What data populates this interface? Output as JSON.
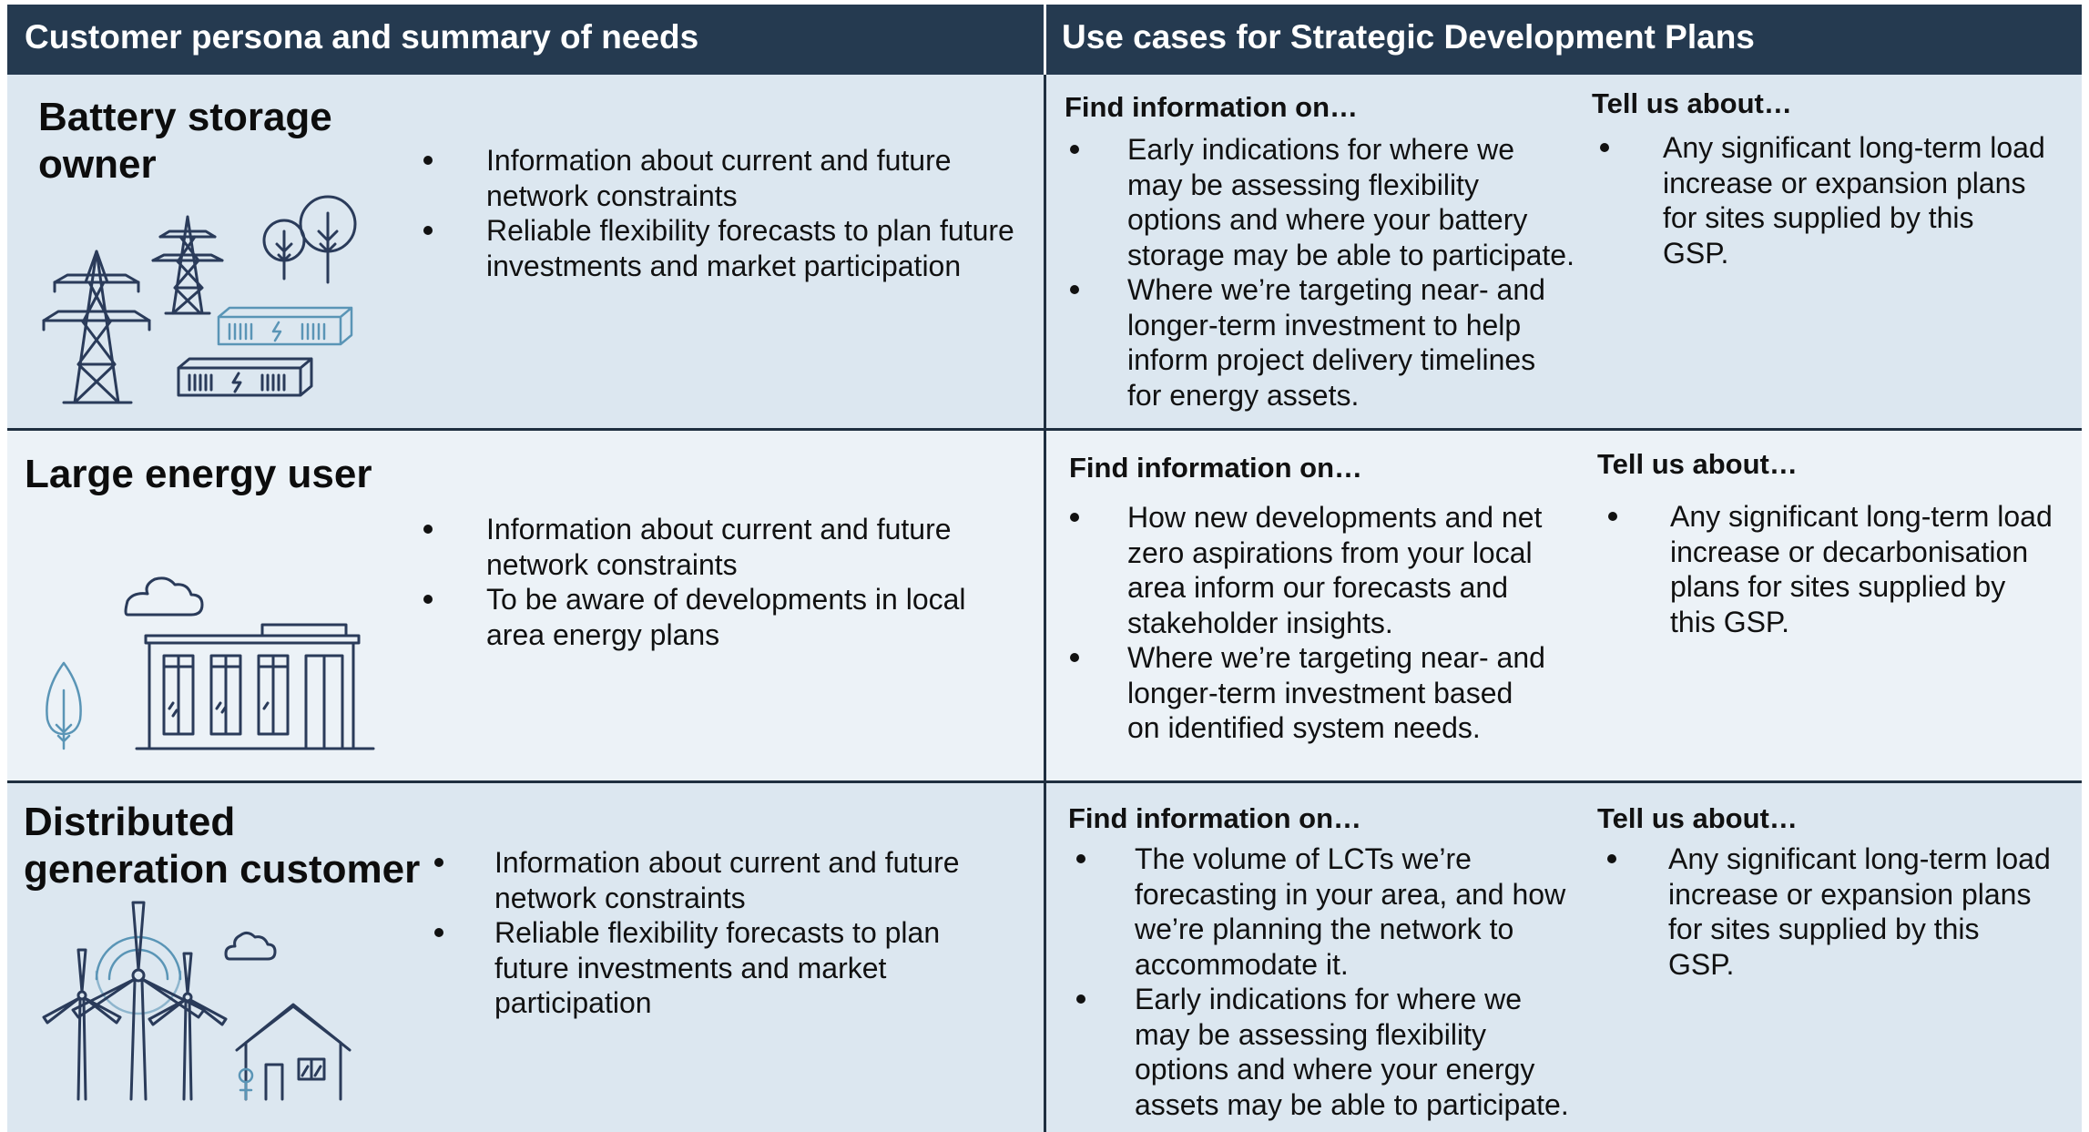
{
  "header": {
    "left": "Customer persona and summary of needs",
    "right": "Use cases for Strategic Development Plans"
  },
  "rows": [
    {
      "persona": [
        "Battery storage",
        "owner"
      ],
      "needs": [
        [
          "Information about current and future",
          "network constraints"
        ],
        [
          "Reliable flexibility forecasts to plan future",
          "investments and market participation"
        ]
      ],
      "find_title": "Find information on…",
      "find": [
        [
          "Early indications for where we",
          "may be assessing flexibility",
          "options and where your battery",
          "storage may be able to participate."
        ],
        [
          "Where we’re targeting near- and",
          "longer-term investment to help",
          "inform project delivery timelines",
          "for energy assets."
        ]
      ],
      "tell_title": "Tell us about…",
      "tell": [
        [
          "Any significant long-term load",
          "increase or expansion plans",
          "for sites supplied by this",
          "GSP."
        ]
      ]
    },
    {
      "persona": [
        "Large energy user"
      ],
      "needs": [
        [
          "Information about current and future",
          "network constraints"
        ],
        [
          "To be aware of developments in local",
          "area energy plans"
        ]
      ],
      "find_title": "Find information on…",
      "find": [
        [
          "How new developments and net",
          "zero aspirations from your local",
          "area inform our forecasts and",
          "stakeholder insights."
        ],
        [
          "Where we’re targeting near- and",
          "longer-term investment based",
          "on identified system needs."
        ]
      ],
      "tell_title": "Tell us about…",
      "tell": [
        [
          "Any significant long-term load",
          "increase or decarbonisation",
          "plans for sites supplied by",
          "this GSP."
        ]
      ]
    },
    {
      "persona": [
        "Distributed",
        "generation customer"
      ],
      "needs": [
        [
          "Information about current and future",
          "network constraints"
        ],
        [
          "Reliable flexibility forecasts to plan",
          "future investments and market",
          "participation"
        ]
      ],
      "find_title": "Find information on…",
      "find": [
        [
          "The volume of LCTs we’re",
          "forecasting in your area, and how",
          "we’re planning the network to",
          "accommodate it."
        ],
        [
          "Early indications for where we",
          "may be assessing flexibility",
          "options and where your energy",
          "assets may be able to participate."
        ]
      ],
      "tell_title": "Tell us about…",
      "tell": [
        [
          "Any significant long-term load",
          "increase or expansion plans",
          "for sites supplied by this",
          "GSP."
        ]
      ]
    }
  ],
  "icons": [
    "battery-storage-illustration",
    "large-energy-user-illustration",
    "distributed-generation-illustration"
  ],
  "colors": {
    "header_bg": "#253a50",
    "row1_bg": "#dce7f0",
    "row2_bg": "#ecf2f7",
    "row3_bg": "#dce7f0",
    "illustration_dark": "#2a3b5a",
    "illustration_light": "#5a95b6"
  }
}
